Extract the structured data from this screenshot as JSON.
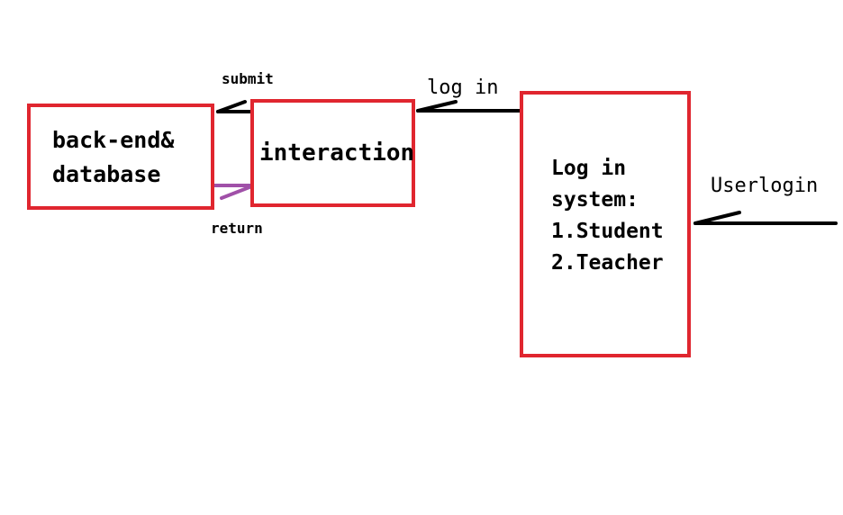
{
  "diagram": {
    "colors": {
      "box_border": "#e0262f",
      "arrow_black": "#000000",
      "arrow_return": "#a050a8"
    },
    "nodes": {
      "backend": {
        "line1": "back-end&",
        "line2": "database"
      },
      "interaction": {
        "label": "interaction"
      },
      "login_system": {
        "line1": "Log in",
        "line2": "system:",
        "line3": "1.Student",
        "line4": "2.Teacher"
      }
    },
    "edges": {
      "submit": {
        "label": "submit",
        "from": "interaction",
        "to": "backend"
      },
      "return": {
        "label": "return",
        "from": "backend",
        "to": "interaction"
      },
      "log_in": {
        "label": "log in",
        "from": "login_system",
        "to": "interaction"
      },
      "userlogin": {
        "label": "Userlogin",
        "to": "login_system"
      }
    }
  }
}
